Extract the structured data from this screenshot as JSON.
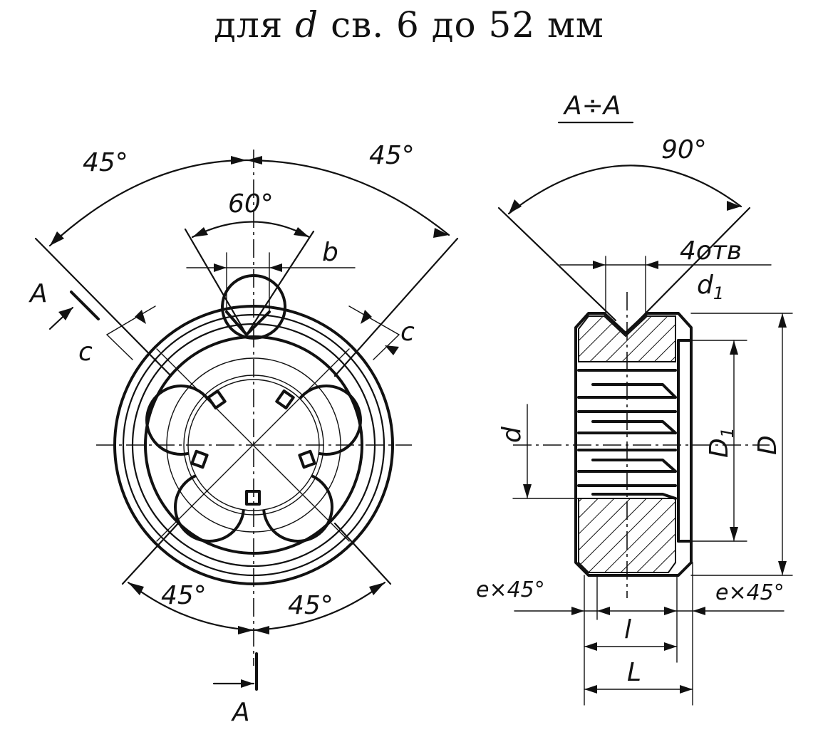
{
  "caption": {
    "prefix": "для",
    "var": "d",
    "suffix": "св. 6 до 52 мм"
  },
  "front_view": {
    "angle_top_left": "45°",
    "angle_top_right": "45°",
    "angle_top_center": "60°",
    "angle_bottom_left": "45°",
    "angle_bottom_right": "45°",
    "label_b": "b",
    "label_c_left": "c",
    "label_c_right": "c",
    "section_mark_top": "A",
    "section_mark_bottom": "A"
  },
  "section_view": {
    "title": "A÷A",
    "angle": "90°",
    "holes": "4отв",
    "d1": "d",
    "d1_sub": "1",
    "d": "d",
    "D1": "D",
    "D1_sub": "1",
    "D": "D",
    "chamfer_left": "e×45°",
    "chamfer_right": "e×45°",
    "l": "l",
    "L": "L"
  }
}
